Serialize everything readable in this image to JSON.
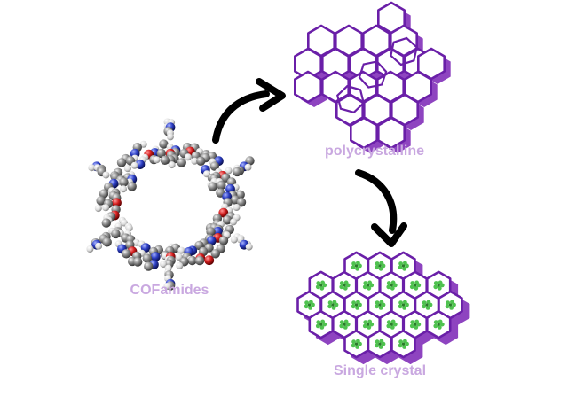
{
  "labels": {
    "cofamides": "COFamides",
    "polycrystalline": "polycrystalline",
    "single_crystal": "Single crystal"
  },
  "colors": {
    "label": "#c9a8e0",
    "hex_stroke": "#6a1fa8",
    "hex_shadow": "#8e44c0",
    "arrow": "#000000",
    "carbon": "#8e8e8e",
    "hydrogen": "#e4e4e4",
    "oxygen": "#d41d1d",
    "nitrogen": "#2d3fc4",
    "guest": "#4fc24f"
  },
  "icons": {
    "molecule": "cofamide-hexagonal-pore-model",
    "arrow_1": "curved-arrow-right-icon",
    "arrow_2": "curved-arrow-down-icon",
    "guest": "guest-molecule-icon"
  }
}
